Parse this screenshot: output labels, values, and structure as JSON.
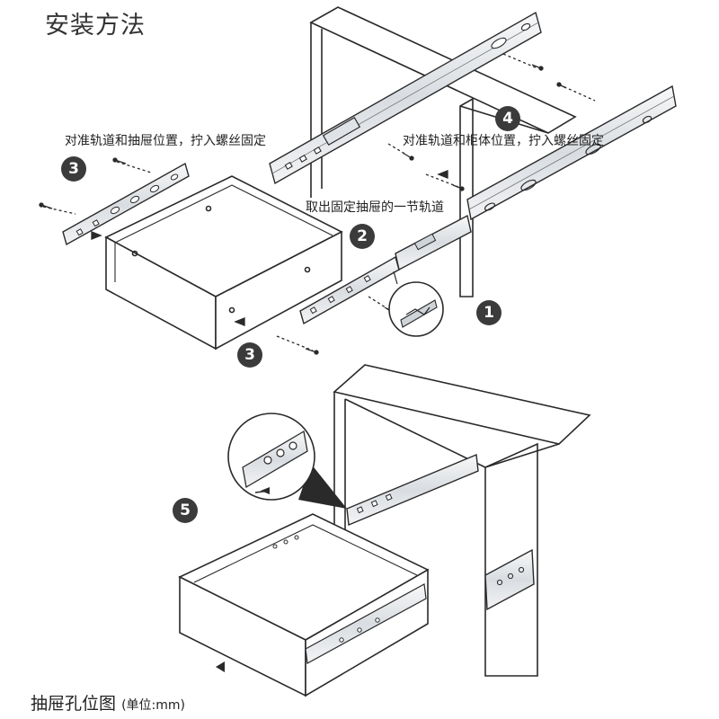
{
  "title": "安装方法",
  "annotations": {
    "align_rail_drawer": "对准轨道和抽屉位置，拧入螺丝固定",
    "align_rail_cabinet": "对准轨道和柜体位置，拧入螺丝固定",
    "remove_inner_rail": "取出固定抽屉的一节轨道"
  },
  "steps": [
    "1",
    "2",
    "3",
    "3",
    "4",
    "5"
  ],
  "footer": {
    "main": "抽屉孔位图",
    "sub": "(单位:mm)"
  },
  "colors": {
    "line": "#2a2a2a",
    "rail_fill": "#e9ecef",
    "badge": "#3b3b3b"
  }
}
